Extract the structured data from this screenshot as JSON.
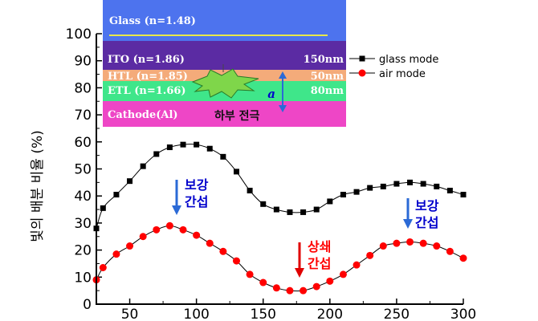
{
  "chart_data": {
    "type": "scatter",
    "xlabel": "",
    "ylabel": "빛의 배분 비율 (%)",
    "xlim": [
      25,
      300
    ],
    "ylim": [
      0,
      100
    ],
    "xticks": [
      50,
      100,
      150,
      200,
      250,
      300
    ],
    "yticks": [
      0,
      10,
      20,
      30,
      40,
      50,
      60,
      70,
      80,
      90,
      100
    ],
    "series": [
      {
        "name": "glass mode",
        "color": "#000000",
        "marker": "square",
        "x": [
          25,
          30,
          40,
          50,
          60,
          70,
          80,
          90,
          100,
          110,
          120,
          130,
          140,
          150,
          160,
          170,
          180,
          190,
          200,
          210,
          220,
          230,
          240,
          250,
          260,
          270,
          280,
          290,
          300
        ],
        "y": [
          28,
          35.5,
          40.5,
          45.5,
          51,
          55.5,
          58,
          59,
          59,
          57.5,
          54.5,
          49,
          42,
          37,
          35,
          34,
          34,
          35,
          38,
          40.5,
          41.5,
          43,
          43.5,
          44.5,
          45,
          44.5,
          43.5,
          42,
          40.5
        ]
      },
      {
        "name": "air mode",
        "color": "#ff0000",
        "marker": "circle",
        "x": [
          25,
          30,
          40,
          50,
          60,
          70,
          80,
          90,
          100,
          110,
          120,
          130,
          140,
          150,
          160,
          170,
          180,
          190,
          200,
          210,
          220,
          230,
          240,
          250,
          260,
          270,
          280,
          290,
          300
        ],
        "y": [
          9,
          13.5,
          18.5,
          21.5,
          25,
          27.5,
          29,
          27.5,
          25.5,
          22.5,
          19.5,
          16,
          11,
          8,
          6,
          5,
          5,
          6.5,
          8.5,
          11,
          14.5,
          18,
          21.5,
          22.5,
          23,
          22.5,
          21.5,
          19.5,
          17
        ]
      }
    ],
    "legend": "top-right",
    "grid": false
  },
  "colors": {
    "glass": "#4d73ee",
    "ito": "#5b2ba3",
    "htl": "#f4ab7a",
    "etl": "#3fe68a",
    "cathode": "#ee46c6",
    "glass_line": "#e8e84a",
    "emitter": "#7fd64a",
    "label_blue": "#0000cc",
    "label_red": "#ff0000",
    "arrow_blue": "#2b6ad6",
    "arrow_red": "#e00000"
  },
  "diagram": {
    "glass_label": "Glass (n=1.48)",
    "ito_label": "ITO (n=1.86)",
    "ito_thickness": "150nm",
    "htl_label": "HTL (n=1.85)",
    "htl_thickness": "50nm",
    "etl_label": "ETL (n=1.66)",
    "etl_thickness": "80nm",
    "cathode_label": "Cathode(Al)",
    "cathode_korean": "하부 전극",
    "distance_label": "a"
  },
  "annotations": {
    "constructive_1_line1": "보강",
    "constructive_1_line2": "간섭",
    "destructive_line1": "상쇄",
    "destructive_line2": "간섭",
    "constructive_2_line1": "보강",
    "constructive_2_line2": "간섭"
  }
}
